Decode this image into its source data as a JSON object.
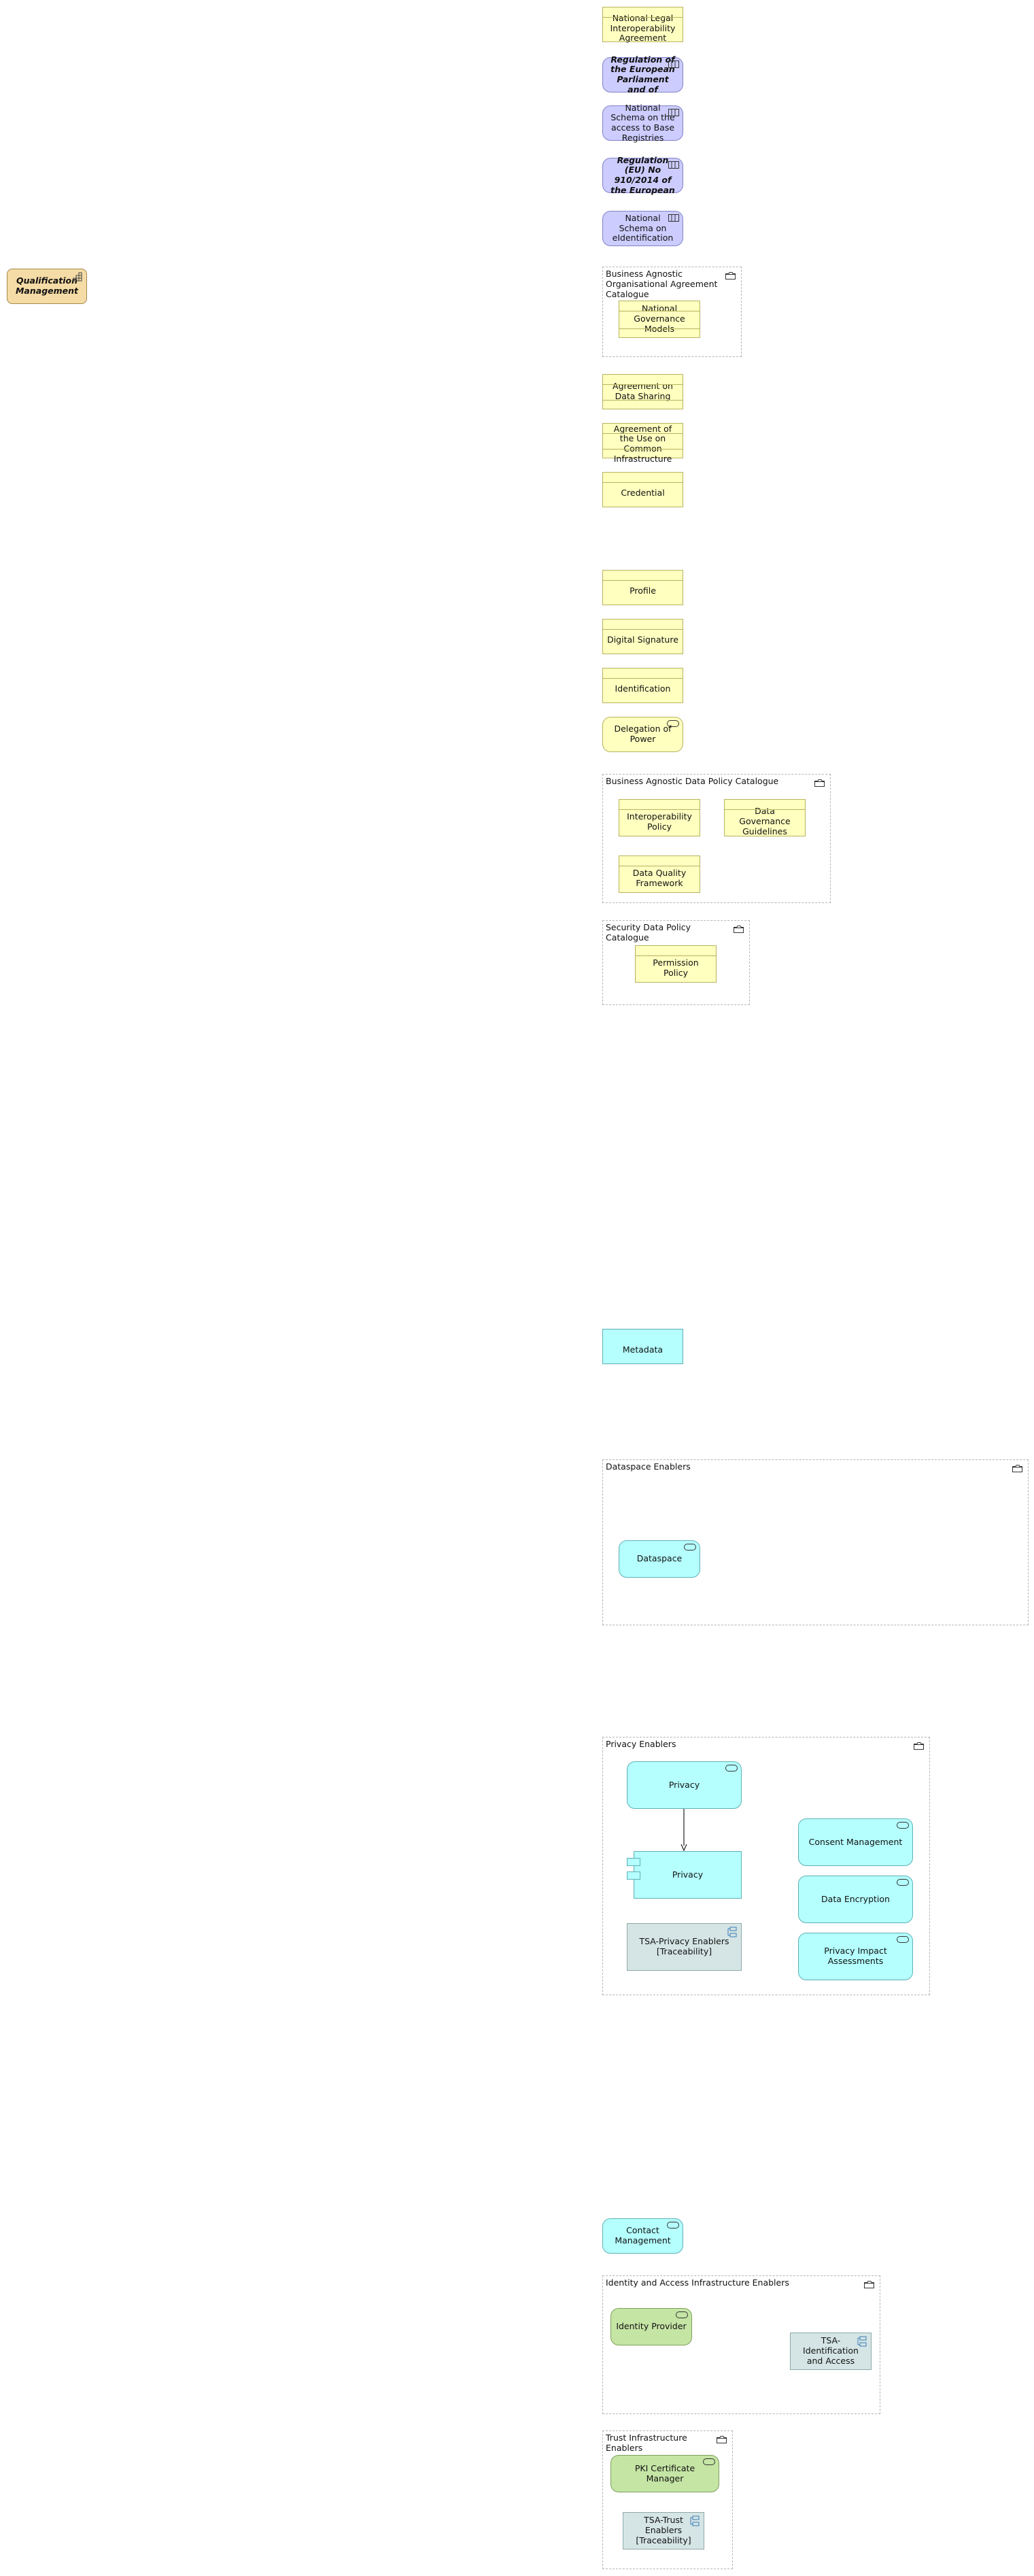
{
  "elements": {
    "qualification": "Qualification Management",
    "nlia": "National Legal Interoperability Agreement",
    "regulation_ep": "Regulation of the European Parliament and of",
    "schema_base": "National Schema on the access to Base Registries",
    "regulation_910": "Regulation (EU) No 910/2014 of the European",
    "schema_eid": "National Schema on eIdentification",
    "grp_org_catalogue": "Business Agnostic Organisational Agreement Catalogue",
    "gov_models": "National Governance Models",
    "agr_data_sharing": "Agreement on Data Sharing",
    "agr_common_infra": "Agreement of the Use on Common Infrastructure",
    "credential": "Credential",
    "profile": "Profile",
    "digital_signature": "Digital Signature",
    "identification": "Identification",
    "delegation": "Delegation of Power",
    "grp_data_policy": "Business Agnostic Data Policy Catalogue",
    "interop_policy": "Interoperability Policy",
    "data_gov_guidelines": "Data Governance Guidelines",
    "data_quality": "Data Quality Framework",
    "grp_security_policy": "Security Data Policy Catalogue",
    "permission_policy": "Permission Policy",
    "metadata": "Metadata",
    "grp_dataspace": "Dataspace Enablers",
    "dataspace": "Dataspace",
    "grp_privacy": "Privacy Enablers",
    "privacy_service": "Privacy",
    "privacy_component": "Privacy",
    "tsa_privacy": "TSA-Privacy Enablers [Traceability]",
    "consent": "Consent Management",
    "encryption": "Data Encryption",
    "pia": "Privacy Impact Assessments",
    "contact": "Contact Management",
    "grp_iam": "Identity and Access Infrastructure Enablers",
    "idp": "Identity Provider",
    "tsa_iam": "TSA-Identification and Access",
    "grp_trust": "Trust Infrastructure Enablers",
    "pki": "PKI Certificate Manager",
    "tsa_trust": "TSA-Trust Enablers [Traceability]"
  },
  "colors": {
    "business_object": "#ffffc0",
    "constraint": "#ccccff",
    "application": "#b5ffff",
    "technology": "#c5e5a5",
    "tsa": "#d5e5e5",
    "capability": "#f5dba5"
  }
}
